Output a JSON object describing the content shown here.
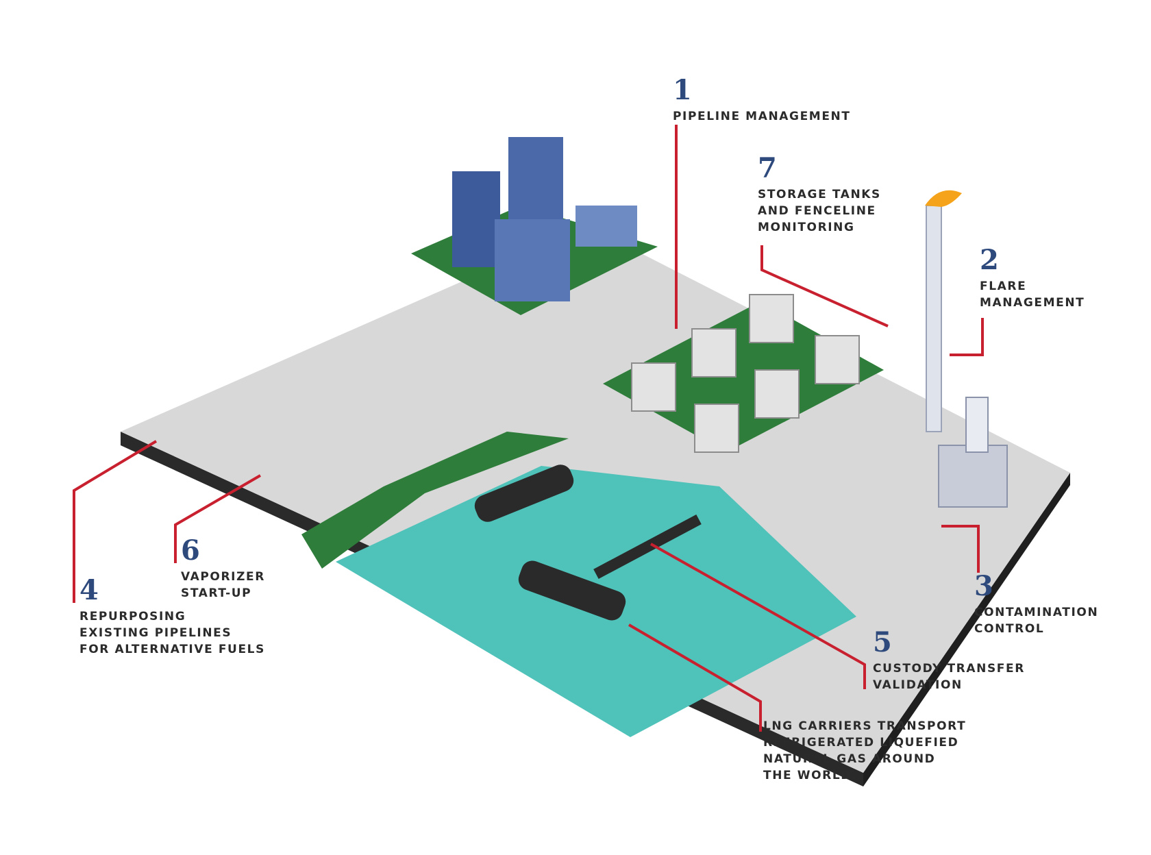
{
  "callouts": [
    {
      "id": "1",
      "number": "1",
      "text": "PIPELINE MANAGEMENT"
    },
    {
      "id": "2",
      "number": "2",
      "text": "FLARE\nMANAGEMENT"
    },
    {
      "id": "3",
      "number": "3",
      "text": "CONTAMINATION\nCONTROL"
    },
    {
      "id": "4",
      "number": "4",
      "text": "REPURPOSING\nEXISTING PIPELINES\nFOR ALTERNATIVE FUELS"
    },
    {
      "id": "5",
      "number": "5",
      "text": "CUSTODY TRANSFER\nVALIDATION"
    },
    {
      "id": "6",
      "number": "6",
      "text": "VAPORIZER\nSTART-UP"
    },
    {
      "id": "7",
      "number": "7",
      "text": "STORAGE TANKS\nAND FENCELINE\nMONITORING"
    },
    {
      "id": "lng",
      "number": "",
      "text": "LNG CARRIERS TRANSPORT\nREFRIGERATED LIQUEFIED\nNATURAL GAS AROUND\nTHE WORLD."
    }
  ],
  "colors": {
    "leader_line": "#c8202f",
    "number": "#2e4a7d",
    "water": "#4fc2b9",
    "grass": "#2f7d3b",
    "pad": "#dcdcdc",
    "base_edge": "#2a2a2a",
    "building": "#3d5a9a",
    "flame": "#f5a31a"
  }
}
